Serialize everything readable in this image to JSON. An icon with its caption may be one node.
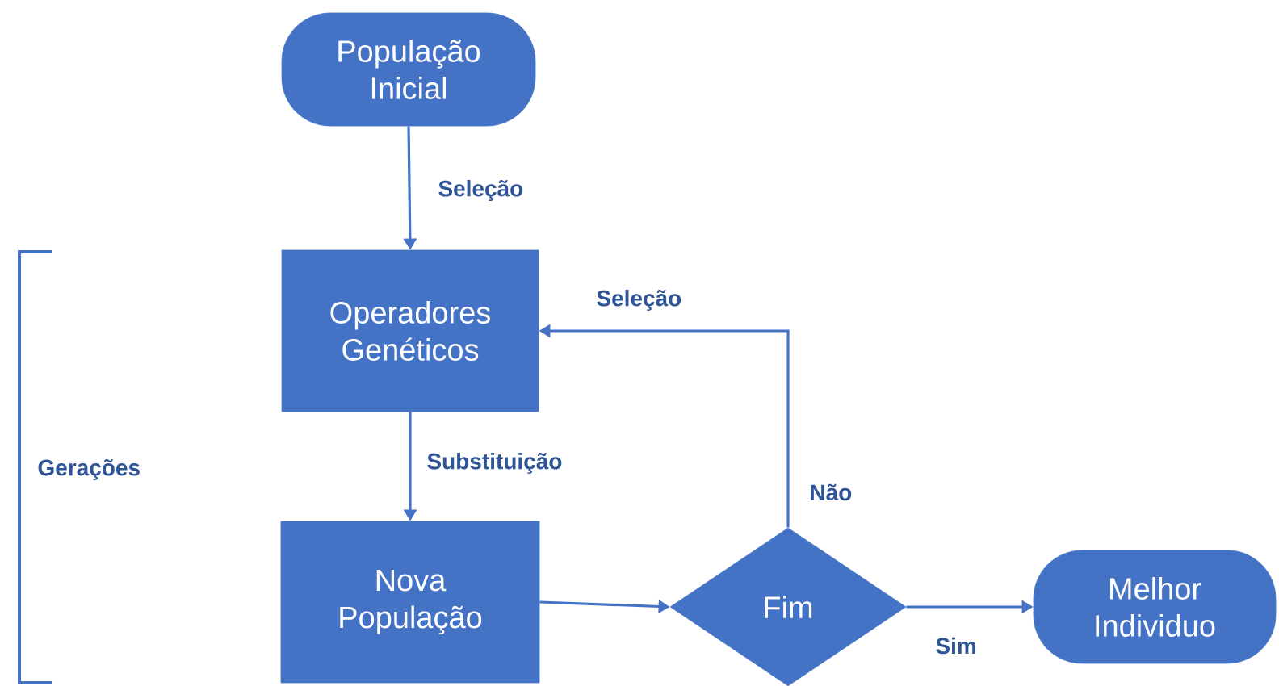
{
  "diagram": {
    "nodes": [
      {
        "text": [
          "População Inicial"
        ]
      },
      {
        "text": [
          "Operadores Genéticos"
        ]
      },
      {
        "text": [
          "Nova População"
        ]
      },
      {
        "text": [
          "Fim"
        ]
      },
      {
        "text": [
          "Melhor Individuo"
        ]
      }
    ],
    "edges": [
      {
        "from": 0,
        "to": 1,
        "arrow": "to",
        "label": "Seleção"
      },
      {
        "from": 1,
        "to": 2,
        "arrow": "to",
        "label": "Substituição"
      },
      {
        "from": 2,
        "to": 3,
        "arrow": "to"
      },
      {
        "from": 3,
        "to": 4,
        "arrow": "to",
        "label": "Sim"
      },
      {
        "from": 3,
        "to": 1,
        "arrow": "to",
        "label": "Não"
      }
    ],
    "labels": [
      "Seleção",
      "Gerações"
    ]
  }
}
